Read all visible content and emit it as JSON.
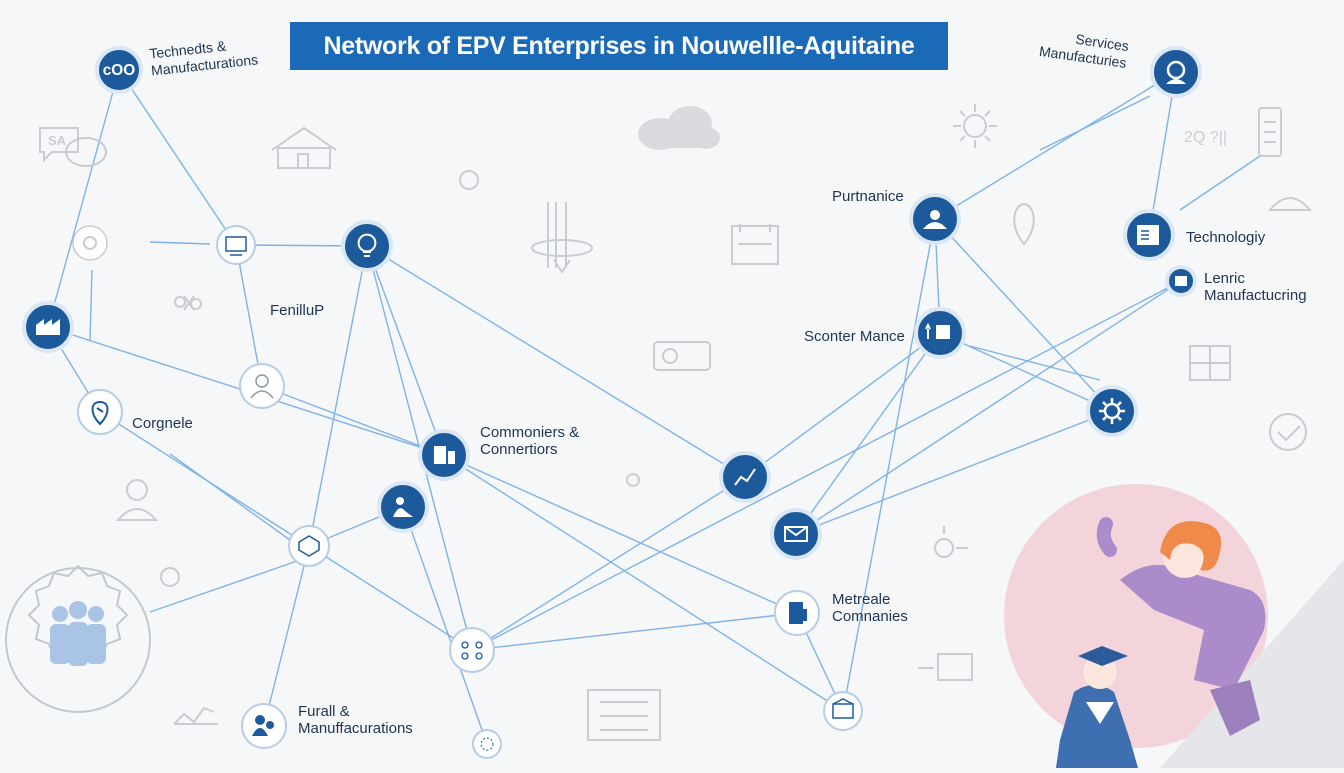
{
  "title": "Network of EPV Enterprises in Nouwellle-Aquitaine",
  "colors": {
    "accent": "#1b6ab8",
    "node_dark": "#1d5a9c",
    "edge": "#7fb3e6",
    "decor": "#c9ccd1",
    "illustration_circle": "#f3d4da",
    "person_hair": "#f08a4b",
    "person_top": "#a98cc9"
  },
  "labels": {
    "top_left": [
      "Technedts &",
      "Manufacturations"
    ],
    "top_right": [
      "Services",
      "Manufacturies"
    ],
    "fenillup": "FenilluP",
    "corgnele": "Corgnele",
    "commoniers": [
      "Commoniers &",
      "Connertiors"
    ],
    "purtnanice": "Purtnanice",
    "technologiy": "Technologiy",
    "lenric": [
      "Lenric",
      "Manufactucring"
    ],
    "scontermance": "Sconter Mance",
    "metreale": [
      "Metreale",
      "Comnanies"
    ],
    "fural": [
      "Furall &",
      "Manuffacurations"
    ]
  },
  "decor_text": {
    "sign_left": "SA",
    "sign_right": "2Q ?||"
  },
  "nodes": [
    {
      "id": "n-chain",
      "icon": "chain-icon",
      "style": "dark"
    },
    {
      "id": "n-monitor",
      "icon": "monitor-icon",
      "style": "light"
    },
    {
      "id": "n-bulb",
      "icon": "lightbulb-icon",
      "style": "dark"
    },
    {
      "id": "n-gear-left",
      "icon": "gear-icon",
      "style": "faint"
    },
    {
      "id": "n-factory",
      "icon": "factory-icon",
      "style": "dark"
    },
    {
      "id": "n-person-left",
      "icon": "person-icon",
      "style": "light"
    },
    {
      "id": "n-pin",
      "icon": "pin-icon",
      "style": "ring"
    },
    {
      "id": "n-building",
      "icon": "building-icon",
      "style": "dark"
    },
    {
      "id": "n-worker",
      "icon": "worker-icon",
      "style": "dark"
    },
    {
      "id": "n-shield",
      "icon": "shield-icon",
      "style": "light"
    },
    {
      "id": "n-hub",
      "icon": "network-hub-icon",
      "style": "light"
    },
    {
      "id": "n-dial",
      "icon": "dial-icon",
      "style": "ring-small"
    },
    {
      "id": "n-family",
      "icon": "family-icon",
      "style": "ring"
    },
    {
      "id": "n-graph",
      "icon": "graph-icon",
      "style": "dark"
    },
    {
      "id": "n-mail",
      "icon": "mail-icon",
      "style": "dark"
    },
    {
      "id": "n-doc",
      "icon": "document-icon",
      "style": "ring"
    },
    {
      "id": "n-box",
      "icon": "box-icon",
      "style": "light"
    },
    {
      "id": "n-purt",
      "icon": "support-icon",
      "style": "dark"
    },
    {
      "id": "n-scont",
      "icon": "truck-icon",
      "style": "dark"
    },
    {
      "id": "n-sun",
      "icon": "sun-gear-icon",
      "style": "dark"
    },
    {
      "id": "n-services",
      "icon": "headset-icon",
      "style": "dark"
    },
    {
      "id": "n-tech",
      "icon": "tablet-icon",
      "style": "dark"
    },
    {
      "id": "n-lenric",
      "icon": "robot-icon",
      "style": "small"
    }
  ],
  "edges": [
    [
      "n-chain",
      "n-monitor"
    ],
    [
      "n-chain",
      "n-factory"
    ],
    [
      "n-monitor",
      "n-bulb"
    ],
    [
      "n-monitor",
      "n-person-left"
    ],
    [
      "n-factory",
      "n-pin"
    ],
    [
      "n-factory",
      "n-building"
    ],
    [
      "n-bulb",
      "n-shield"
    ],
    [
      "n-bulb",
      "n-building"
    ],
    [
      "n-bulb",
      "n-graph"
    ],
    [
      "n-bulb",
      "n-hub"
    ],
    [
      "n-person-left",
      "n-building"
    ],
    [
      "n-pin",
      "n-shield"
    ],
    [
      "n-worker",
      "n-shield"
    ],
    [
      "n-worker",
      "n-dial"
    ],
    [
      "n-building",
      "n-doc"
    ],
    [
      "n-building",
      "n-box"
    ],
    [
      "n-shield",
      "n-hub"
    ],
    [
      "n-shield",
      "n-family"
    ],
    [
      "n-hub",
      "n-graph"
    ],
    [
      "n-hub",
      "n-doc"
    ],
    [
      "n-scont",
      "n-graph"
    ],
    [
      "n-scont",
      "n-mail"
    ],
    [
      "n-scont",
      "n-sun"
    ],
    [
      "n-purt",
      "n-scont"
    ],
    [
      "n-purt",
      "n-sun"
    ],
    [
      "n-purt",
      "n-services"
    ],
    [
      "n-services",
      "n-tech"
    ],
    [
      "n-sun",
      "n-mail"
    ],
    [
      "n-lenric",
      "n-mail"
    ],
    [
      "n-lenric",
      "n-hub"
    ],
    [
      "n-box",
      "n-purt"
    ],
    [
      "n-doc",
      "n-box"
    ]
  ]
}
